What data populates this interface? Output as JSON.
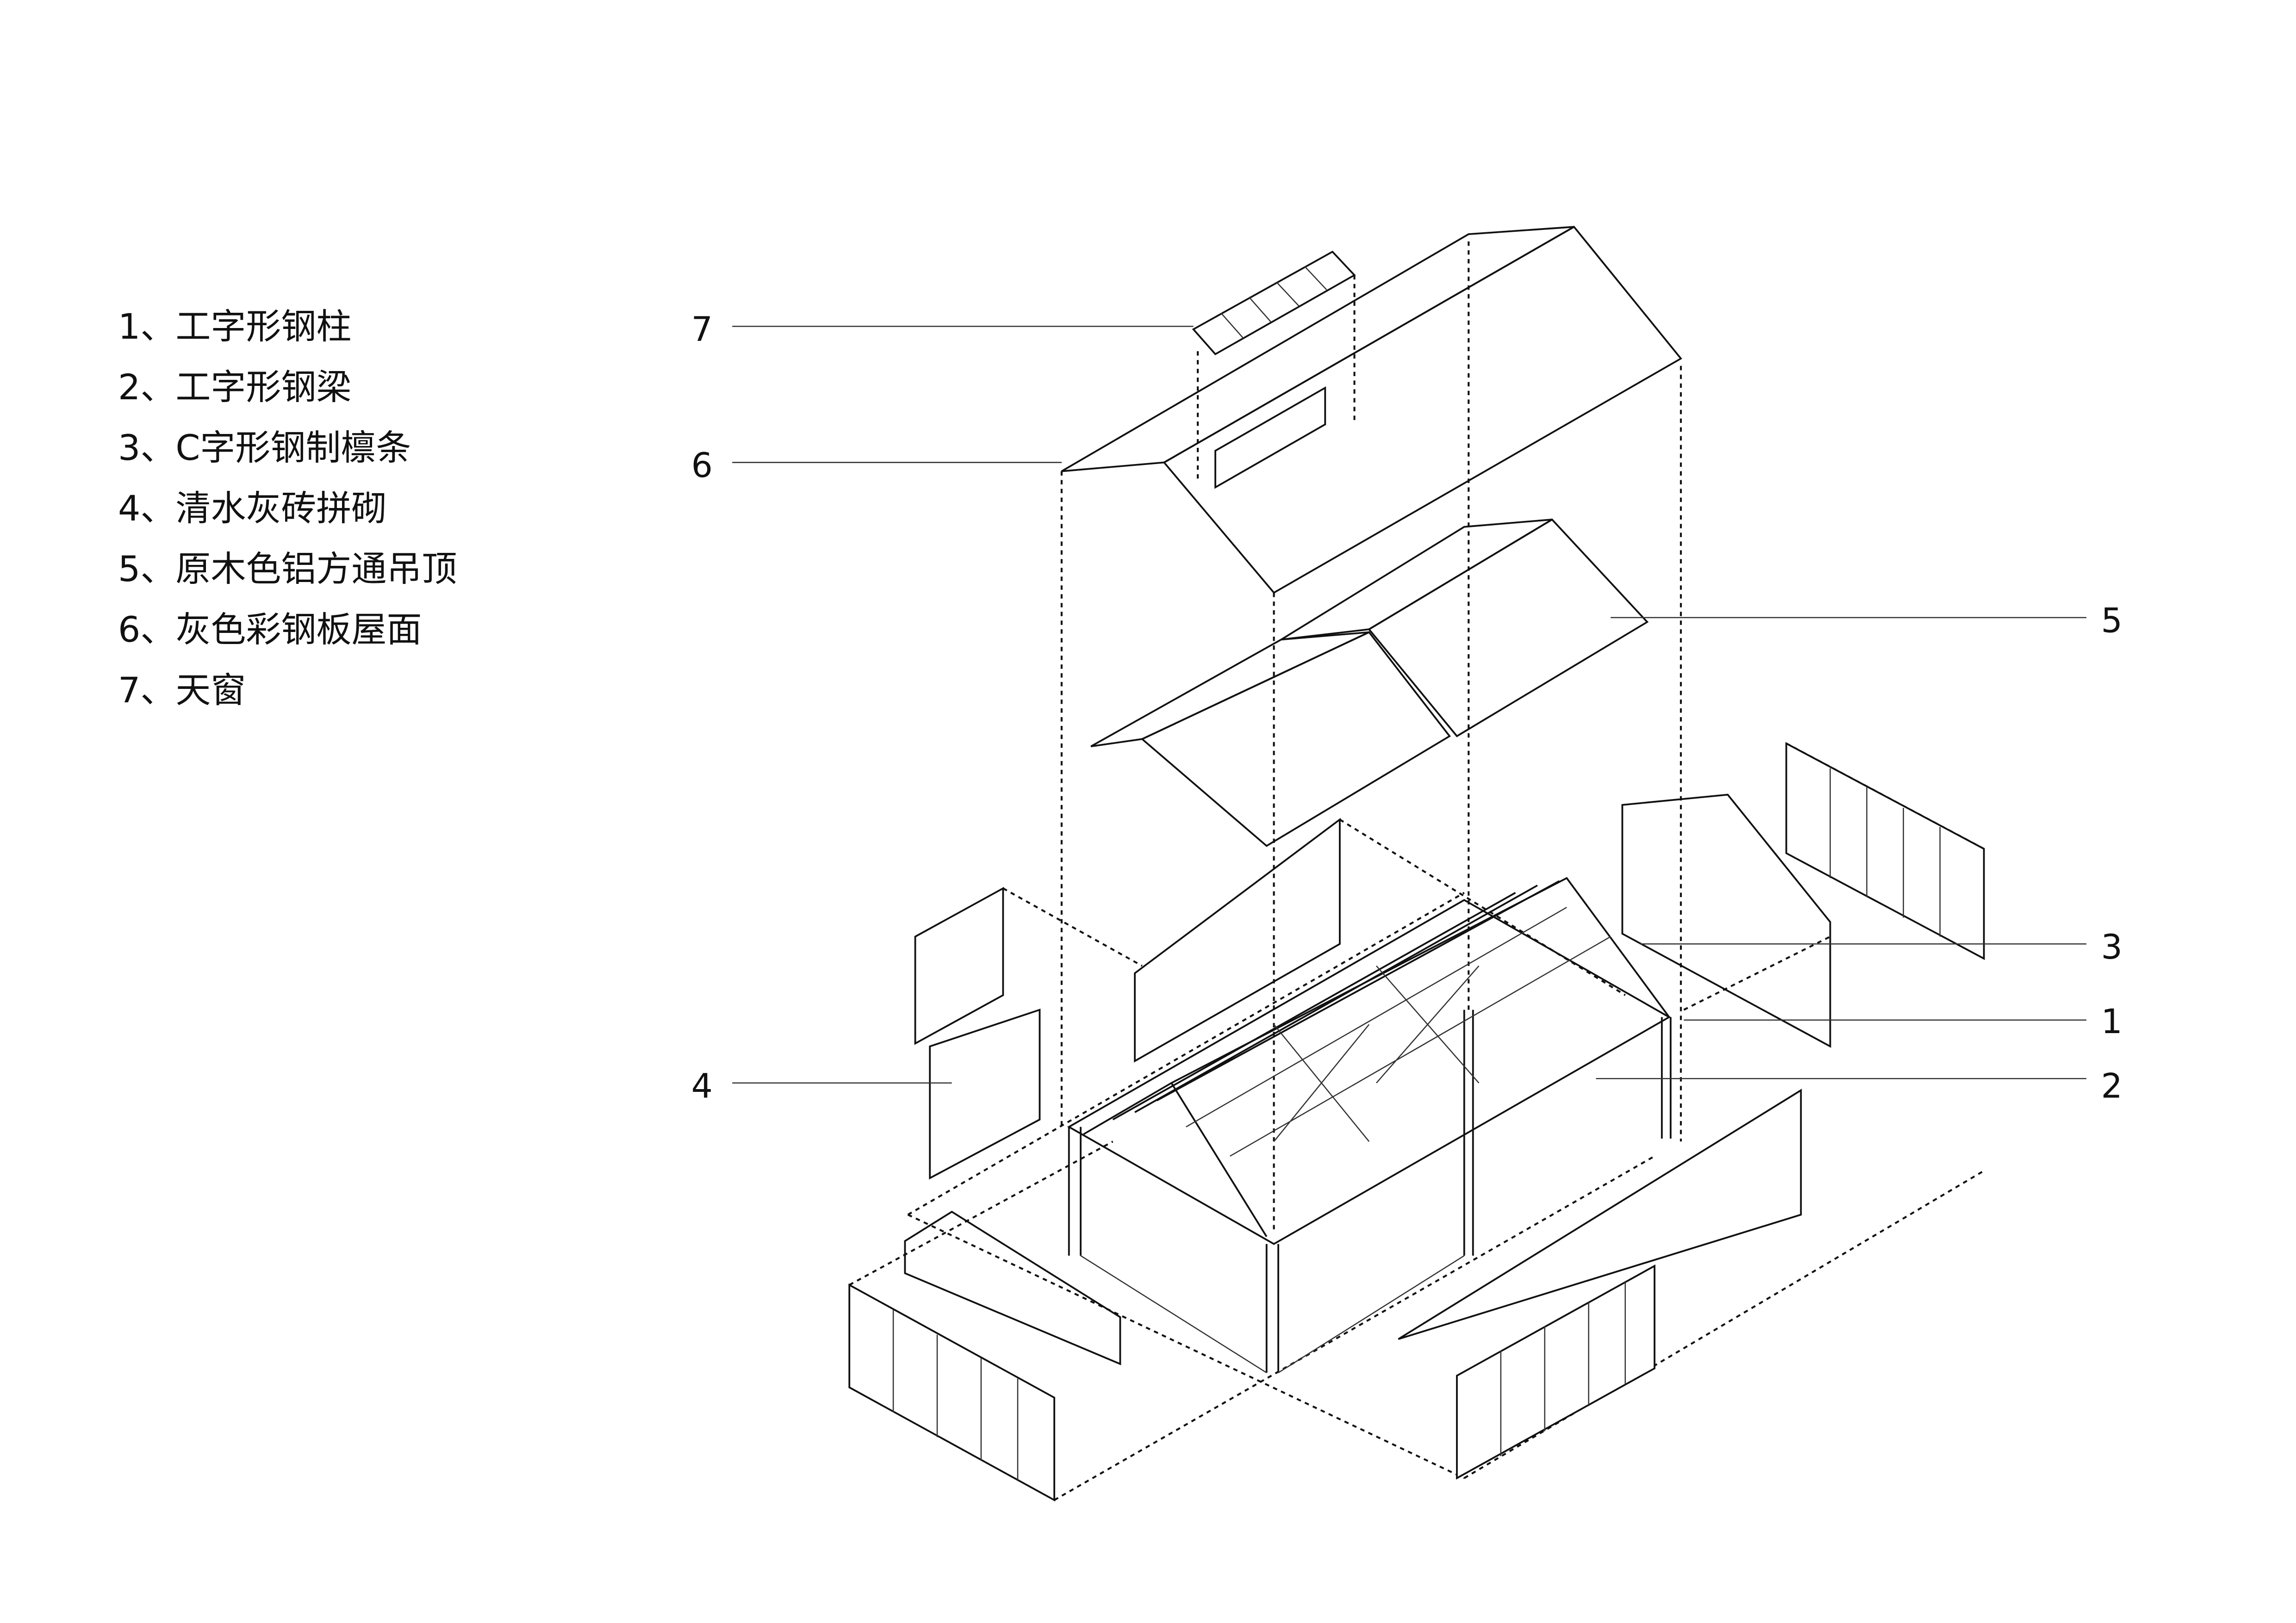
{
  "legend": [
    {
      "num": "1",
      "text": "1、工字形钢柱"
    },
    {
      "num": "2",
      "text": "2、工字形钢梁"
    },
    {
      "num": "3",
      "text": "3、C字形钢制檩条"
    },
    {
      "num": "4",
      "text": "4、清水灰砖拼砌"
    },
    {
      "num": "5",
      "text": "5、原木色铝方通吊顶"
    },
    {
      "num": "6",
      "text": "6、灰色彩钢板屋面"
    },
    {
      "num": "7",
      "text": "7、天窗"
    }
  ],
  "callouts": {
    "c1": "1",
    "c2": "2",
    "c3": "3",
    "c4": "4",
    "c5": "5",
    "c6": "6",
    "c7": "7"
  },
  "colors": {
    "ink": "#111111",
    "background": "#ffffff"
  }
}
